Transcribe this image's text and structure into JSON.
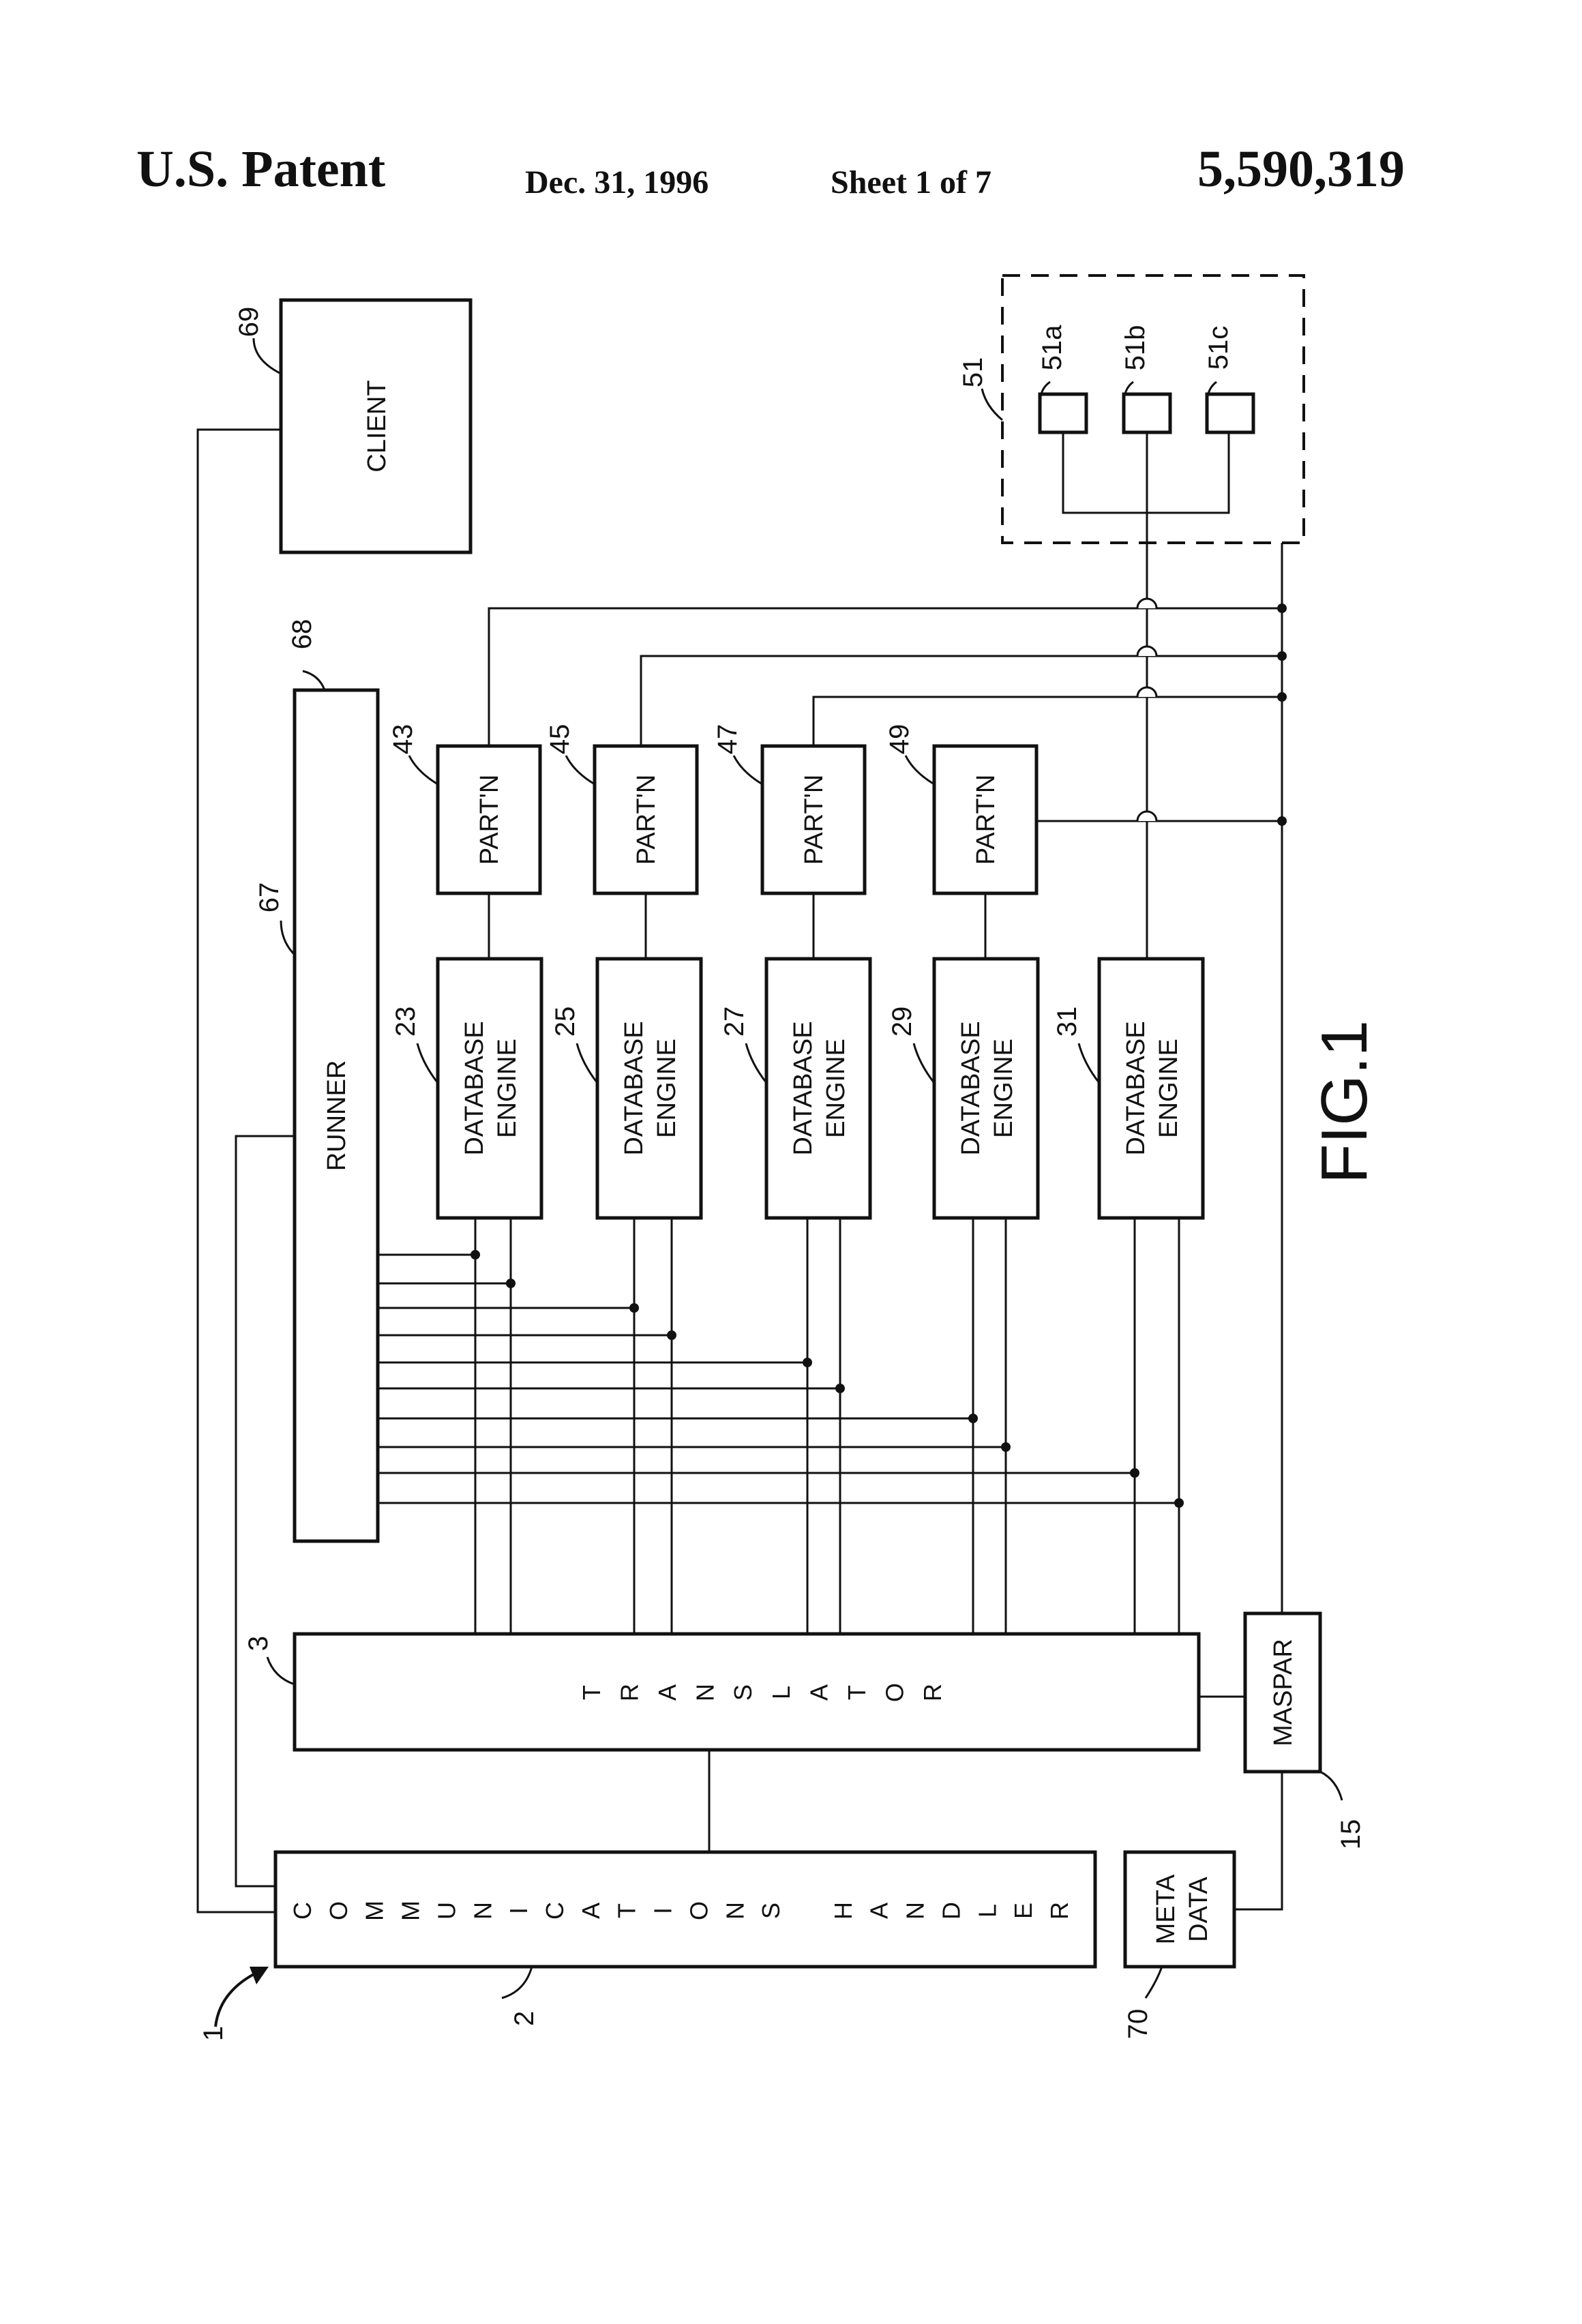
{
  "header": {
    "patent_label": "U.S. Patent",
    "date": "Dec. 31, 1996",
    "sheet": "Sheet 1 of 7",
    "patent_number": "5,590,319"
  },
  "figure": {
    "caption": "FIG.1",
    "system_ref": "1",
    "communications_handler": {
      "label": "COMMUNICATIONS HANDLER",
      "ref": "2"
    },
    "translator": {
      "label": "TRANSLATOR",
      "ref": "3"
    },
    "maspar": {
      "label": "MASPAR",
      "ref": "15"
    },
    "meta_data": {
      "line1": "META",
      "line2": "DATA",
      "ref": "70"
    },
    "runner": {
      "label": "RUNNER",
      "ref_left": "67",
      "ref_top": "68"
    },
    "client": {
      "label": "CLIENT",
      "ref": "69"
    },
    "storage": {
      "ref": "51",
      "units": [
        "51a",
        "51b",
        "51c"
      ]
    },
    "database_engines": [
      {
        "line1": "DATABASE",
        "line2": "ENGINE",
        "ref": "23"
      },
      {
        "line1": "DATABASE",
        "line2": "ENGINE",
        "ref": "25"
      },
      {
        "line1": "DATABASE",
        "line2": "ENGINE",
        "ref": "27"
      },
      {
        "line1": "DATABASE",
        "line2": "ENGINE",
        "ref": "29"
      },
      {
        "line1": "DATABASE",
        "line2": "ENGINE",
        "ref": "31"
      }
    ],
    "partitions": [
      {
        "label": "PART'N",
        "ref": "43"
      },
      {
        "label": "PART'N",
        "ref": "45"
      },
      {
        "label": "PART'N",
        "ref": "47"
      },
      {
        "label": "PART'N",
        "ref": "49"
      }
    ]
  }
}
